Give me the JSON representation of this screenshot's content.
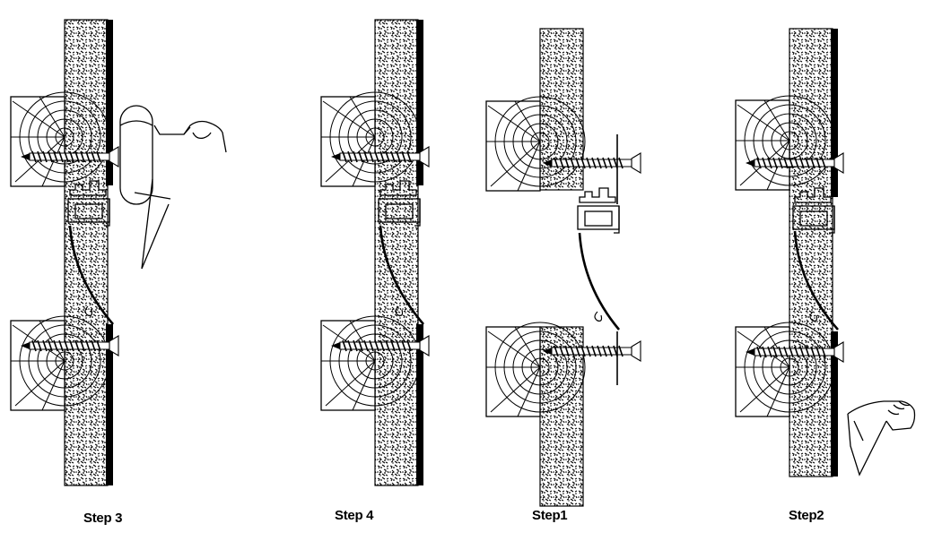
{
  "steps": [
    {
      "label": "Step 3"
    },
    {
      "label": "Step 4"
    },
    {
      "label": "Step1"
    },
    {
      "label": "Step2"
    }
  ],
  "colors": {
    "ink": "#000000",
    "paper": "#ffffff"
  }
}
